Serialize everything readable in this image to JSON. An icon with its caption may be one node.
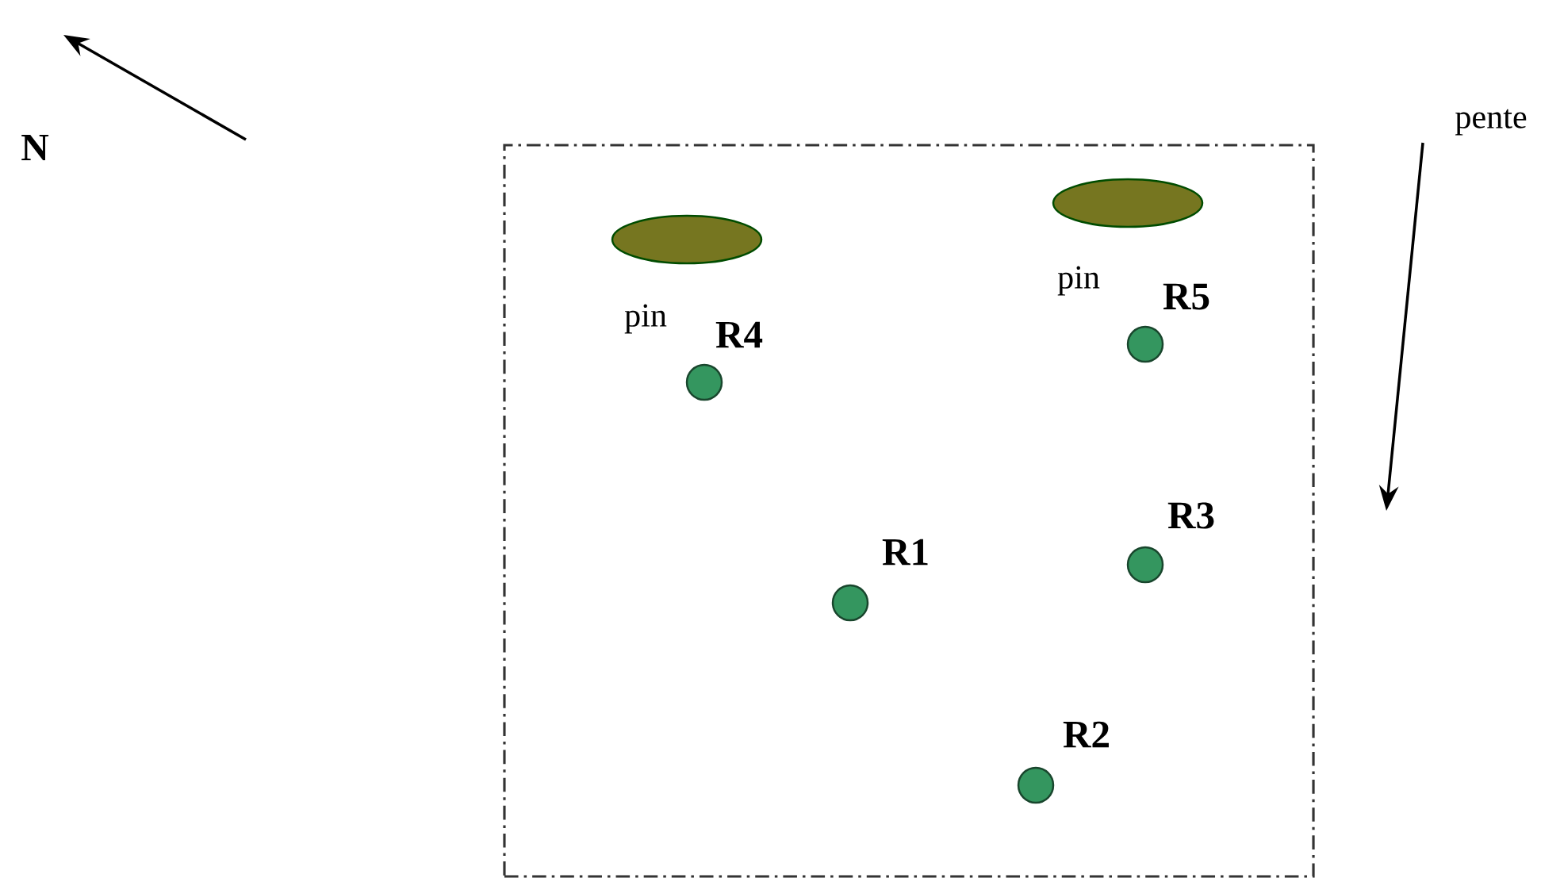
{
  "diagram": {
    "nodes": [
      {
        "text": [],
        "shape": "box"
      },
      {
        "text": [],
        "shape": "ellipse",
        "beside": [
          "pin"
        ],
        "in": 0
      },
      {
        "text": [],
        "shape": "ellipse",
        "beside": [
          "pin"
        ],
        "in": 0
      },
      {
        "text": [],
        "shape": "circle",
        "beside": [
          "R5"
        ],
        "in": 0
      },
      {
        "text": [],
        "shape": "circle",
        "beside": [
          "R4"
        ],
        "in": 0
      },
      {
        "text": [],
        "shape": "circle",
        "beside": [
          "R3"
        ],
        "in": 0
      },
      {
        "text": [],
        "shape": "circle",
        "beside": [
          "R1"
        ],
        "in": 0
      },
      {
        "text": [],
        "shape": "circle",
        "beside": [
          "R2"
        ],
        "in": 0
      }
    ],
    "labels": [
      "N",
      "pente"
    ]
  }
}
